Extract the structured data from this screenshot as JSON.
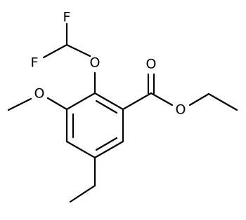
{
  "molecule": {
    "atoms": {
      "F_top": "F",
      "F_left": "F",
      "O_ether": "O",
      "O_methoxy": "O",
      "O_carbonyl": "O",
      "O_ester": "O"
    }
  }
}
